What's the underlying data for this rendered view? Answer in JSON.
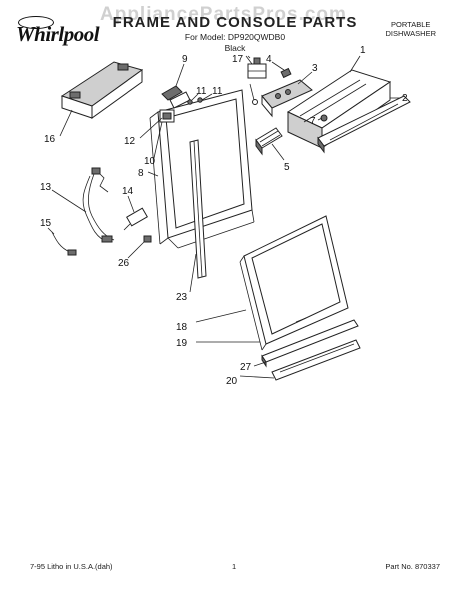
{
  "header": {
    "brand": "Whirlpool",
    "watermark": "AppliancePartsPros.com",
    "title": "FRAME AND CONSOLE PARTS",
    "model": "For Model: DP920QWDB0",
    "color": "Black",
    "product_line1": "PORTABLE",
    "product_line2": "DISHWASHER"
  },
  "footer": {
    "left": "7-95  Litho in U.S.A.(dah)",
    "page": "1",
    "part": "Part No. 870337"
  },
  "callouts": {
    "p1": "1",
    "p2": "2",
    "p3": "3",
    "p4": "4",
    "p5": "5",
    "p7": "7",
    "p8": "8",
    "p9": "9",
    "p10": "10",
    "p11a": "11",
    "p11b": "11",
    "p12": "12",
    "p13": "13",
    "p14": "14",
    "p15": "15",
    "p16": "16",
    "p17": "17",
    "p18": "18",
    "p19": "19",
    "p20": "20",
    "p23": "23",
    "p26": "26",
    "p27": "27"
  }
}
